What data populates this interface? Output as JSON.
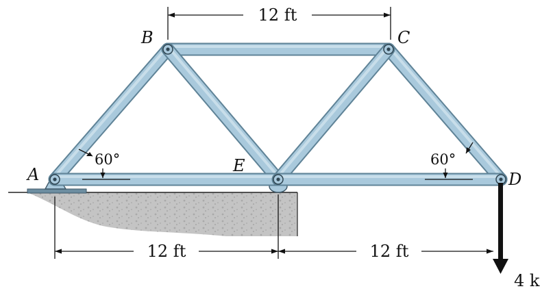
{
  "nodes": {
    "A": "A",
    "B": "B",
    "C": "C",
    "D": "D",
    "E": "E"
  },
  "dimensions": {
    "top_bc": "12 ft",
    "bottom_ae": "12 ft",
    "bottom_ed": "12 ft"
  },
  "angles": {
    "at_a": "60°",
    "at_d": "60°"
  },
  "load": {
    "label": "4 k"
  },
  "colors": {
    "member_fill": "#a9c9dc",
    "member_edge": "#5f8397",
    "member_highlight": "#d6e7f0",
    "ground": "#c9c9c9"
  }
}
